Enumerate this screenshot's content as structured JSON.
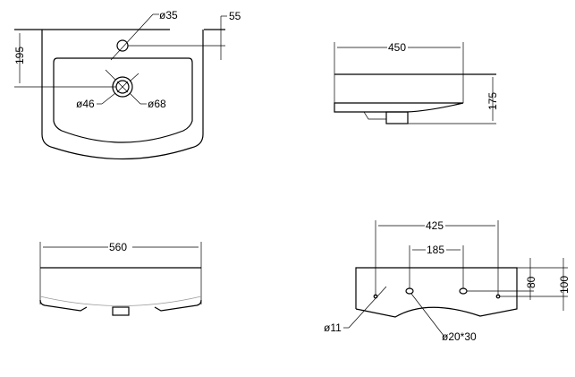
{
  "top_view": {
    "tap_hole": "ø35",
    "tap_offset": "55",
    "waste_depth": "195",
    "waste_inner": "ø46",
    "waste_outer": "ø68"
  },
  "side_view": {
    "depth": "450",
    "height": "175"
  },
  "front_view": {
    "width": "560"
  },
  "rear_view": {
    "fixing_spacing": "425",
    "inlet_spacing": "185",
    "height_80": "80",
    "height_100": "100",
    "fixing_hole": "ø11",
    "slot": "ø20*30"
  }
}
